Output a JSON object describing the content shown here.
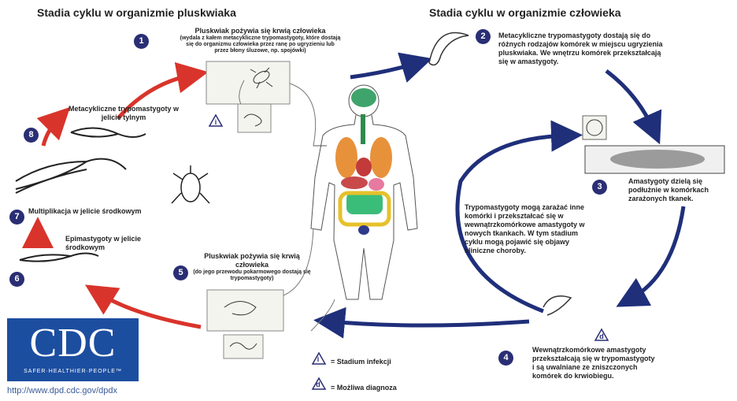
{
  "headers": {
    "left": "Stadia cyklu w organizmie pluskwiaka",
    "right": "Stadia cyklu w organizmie człowieka"
  },
  "steps": [
    {
      "num": "1",
      "title": "Pluskwiak pożywia się krwią człowieka",
      "note": "(wydala z kałem metacykliczne trypomastygoty, które dostają się do organizmu człowieka przez ranę po ugryzieniu lub przez błony śluzowe, np. spojówki)"
    },
    {
      "num": "2",
      "text": "Metacykliczne trypomastygoty dostają się do różnych rodzajów komórek w miejscu ugryzienia pluskwiaka. We wnętrzu komórek przekształcają się w amastygoty."
    },
    {
      "num": "3",
      "text": "Amastygoty dzielą się podłużnie w komórkach zarażonych tkanek."
    },
    {
      "num": "4",
      "text": "Wewnątrzkomórkowe amastygoty przekształcają się w trypomastygoty i są uwalniane ze zniszczonych komórek do krwiobiegu."
    },
    {
      "num": "5",
      "title": "Pluskwiak pożywia się krwią człowieka",
      "note": "(do jego przewodu pokarmowego dostają się trypomastygoty)"
    },
    {
      "num": "6",
      "text": "Epimastygoty w jelicie środkowym"
    },
    {
      "num": "7",
      "text": "Multiplikacja w jelicie środkowym"
    },
    {
      "num": "8",
      "text": "Metacykliczne trypomastygoty w jelicie tylnym"
    }
  ],
  "center_text": "Trypomastygoty mogą zarażać inne komórki i przekształcać się w wewnątrzkomórkowe amastygoty w nowych tkankach. W tym stadium cyklu mogą pojawić się objawy kliniczne choroby.",
  "legend": {
    "infection_symbol": "i",
    "infection_label": "= Stadium infekcji",
    "diagnosis_symbol": "d",
    "diagnosis_label": "= Możliwa diagnoza"
  },
  "logo": {
    "word": "CDC",
    "tagline": "SAFER·HEALTHIER·PEOPLE™"
  },
  "url": "http://www.dpd.cdc.gov/dpdx",
  "colors": {
    "red_arrow": "#d9342b",
    "blue_arrow": "#1f2f7a",
    "badge": "#2a2e74",
    "logo": "#1c4ea0"
  }
}
